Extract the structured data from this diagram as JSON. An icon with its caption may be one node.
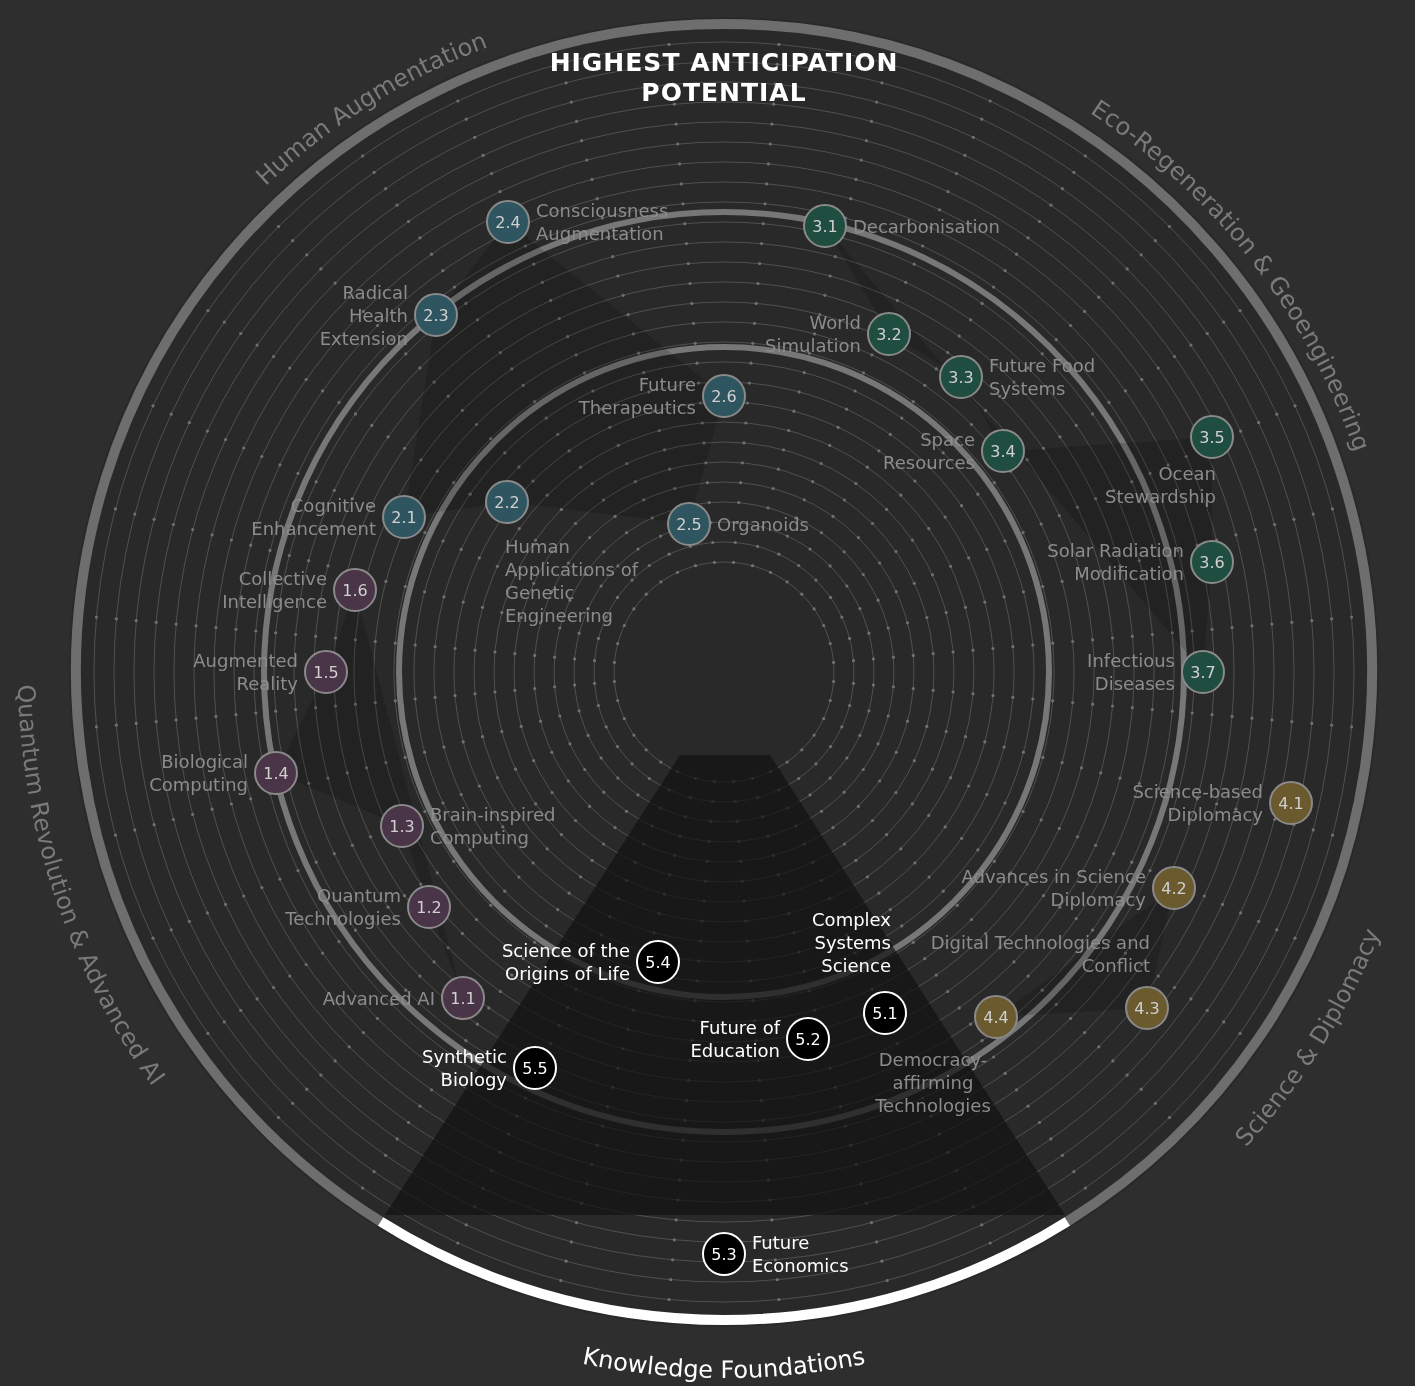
{
  "diagram": {
    "title": "HIGHEST ANTICIPATION POTENTIAL",
    "nodes": [
      {
        "text": [
          "1.1"
        ],
        "beside": [
          "Advanced AI"
        ]
      },
      {
        "text": [
          "1.2"
        ],
        "beside": [
          "Quantum Technologies"
        ]
      },
      {
        "text": [
          "1.3"
        ],
        "beside": [
          "Brain-inspired Computing"
        ]
      },
      {
        "text": [
          "1.4"
        ],
        "beside": [
          "Biological Computing"
        ]
      },
      {
        "text": [
          "1.5"
        ],
        "beside": [
          "Augmented Reality"
        ]
      },
      {
        "text": [
          "1.6"
        ],
        "beside": [
          "Collective Intelligence"
        ]
      },
      {
        "text": [
          "2.1"
        ],
        "beside": [
          "Cognitive Enhancement"
        ]
      },
      {
        "text": [
          "2.2"
        ],
        "beside": [
          "Human Applications of Genetic Engineering"
        ]
      },
      {
        "text": [
          "2.3"
        ],
        "beside": [
          "Radical Health Extension"
        ]
      },
      {
        "text": [
          "2.4"
        ],
        "beside": [
          "Consciousness Augmentation"
        ]
      },
      {
        "text": [
          "2.5"
        ],
        "beside": [
          "Organoids"
        ]
      },
      {
        "text": [
          "2.6"
        ],
        "beside": [
          "Future Therapeutics"
        ]
      },
      {
        "text": [
          "3.1"
        ],
        "beside": [
          "Decarbonisation"
        ]
      },
      {
        "text": [
          "3.2"
        ],
        "beside": [
          "World Simulation"
        ]
      },
      {
        "text": [
          "3.3"
        ],
        "beside": [
          "Future Food Systems"
        ]
      },
      {
        "text": [
          "3.4"
        ],
        "beside": [
          "Space Resources"
        ]
      },
      {
        "text": [
          "3.5"
        ],
        "beside": [
          "Ocean Stewardship"
        ]
      },
      {
        "text": [
          "3.6"
        ],
        "beside": [
          "Solar Radiation Modification"
        ]
      },
      {
        "text": [
          "3.7"
        ],
        "beside": [
          "Infectious Diseases"
        ]
      },
      {
        "text": [
          "4.1"
        ],
        "beside": [
          "Science-based Diplomacy"
        ]
      },
      {
        "text": [
          "4.2"
        ],
        "beside": [
          "Advances in Science Diplomacy"
        ]
      },
      {
        "text": [
          "4.3"
        ],
        "beside": [
          "Digital Technologies and Conflict"
        ]
      },
      {
        "text": [
          "4.4"
        ],
        "beside": [
          "Democracy-affirming Technologies"
        ]
      },
      {
        "text": [
          "5.1"
        ],
        "beside": [
          "Complex Systems Science"
        ]
      },
      {
        "text": [
          "5.2"
        ],
        "beside": [
          "Future of Education"
        ]
      },
      {
        "text": [
          "5.3"
        ],
        "beside": [
          "Future Economics"
        ]
      },
      {
        "text": [
          "5.4"
        ],
        "beside": [
          "Science of the Origins of Life"
        ]
      },
      {
        "text": [
          "5.5"
        ],
        "beside": [
          "Synthetic Biology"
        ]
      }
    ],
    "labels": [
      "Human Augmentation",
      "Eco-Regeneration & Geoengineering",
      "Quantum Revolution & Advanced AI",
      "Science & Diplomacy",
      "Knowledge Foundations"
    ]
  }
}
